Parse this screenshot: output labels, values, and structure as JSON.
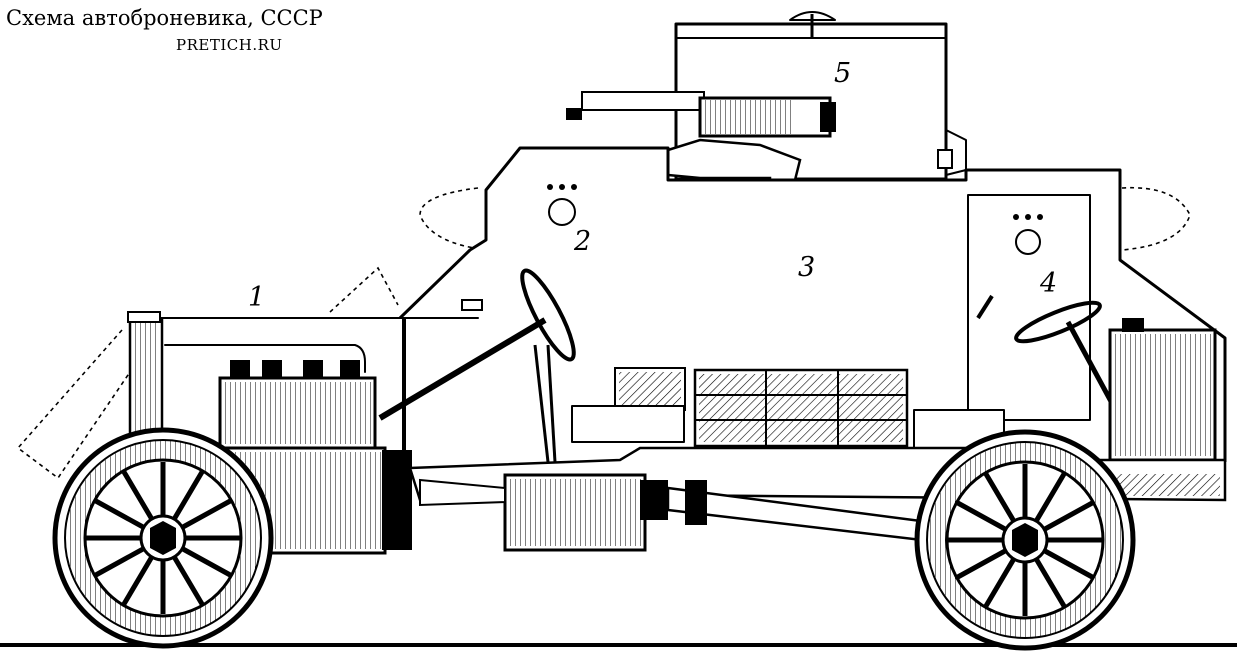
{
  "header": {
    "title": "Схема автоброневика, СССР",
    "source": "PRETICH.RU"
  },
  "callouts": [
    {
      "id": "1",
      "label": "1"
    },
    {
      "id": "2",
      "label": "2"
    },
    {
      "id": "3",
      "label": "3"
    },
    {
      "id": "4",
      "label": "4"
    },
    {
      "id": "5",
      "label": "5"
    }
  ],
  "colors": {
    "ink": "#000000",
    "paper": "#ffffff"
  }
}
